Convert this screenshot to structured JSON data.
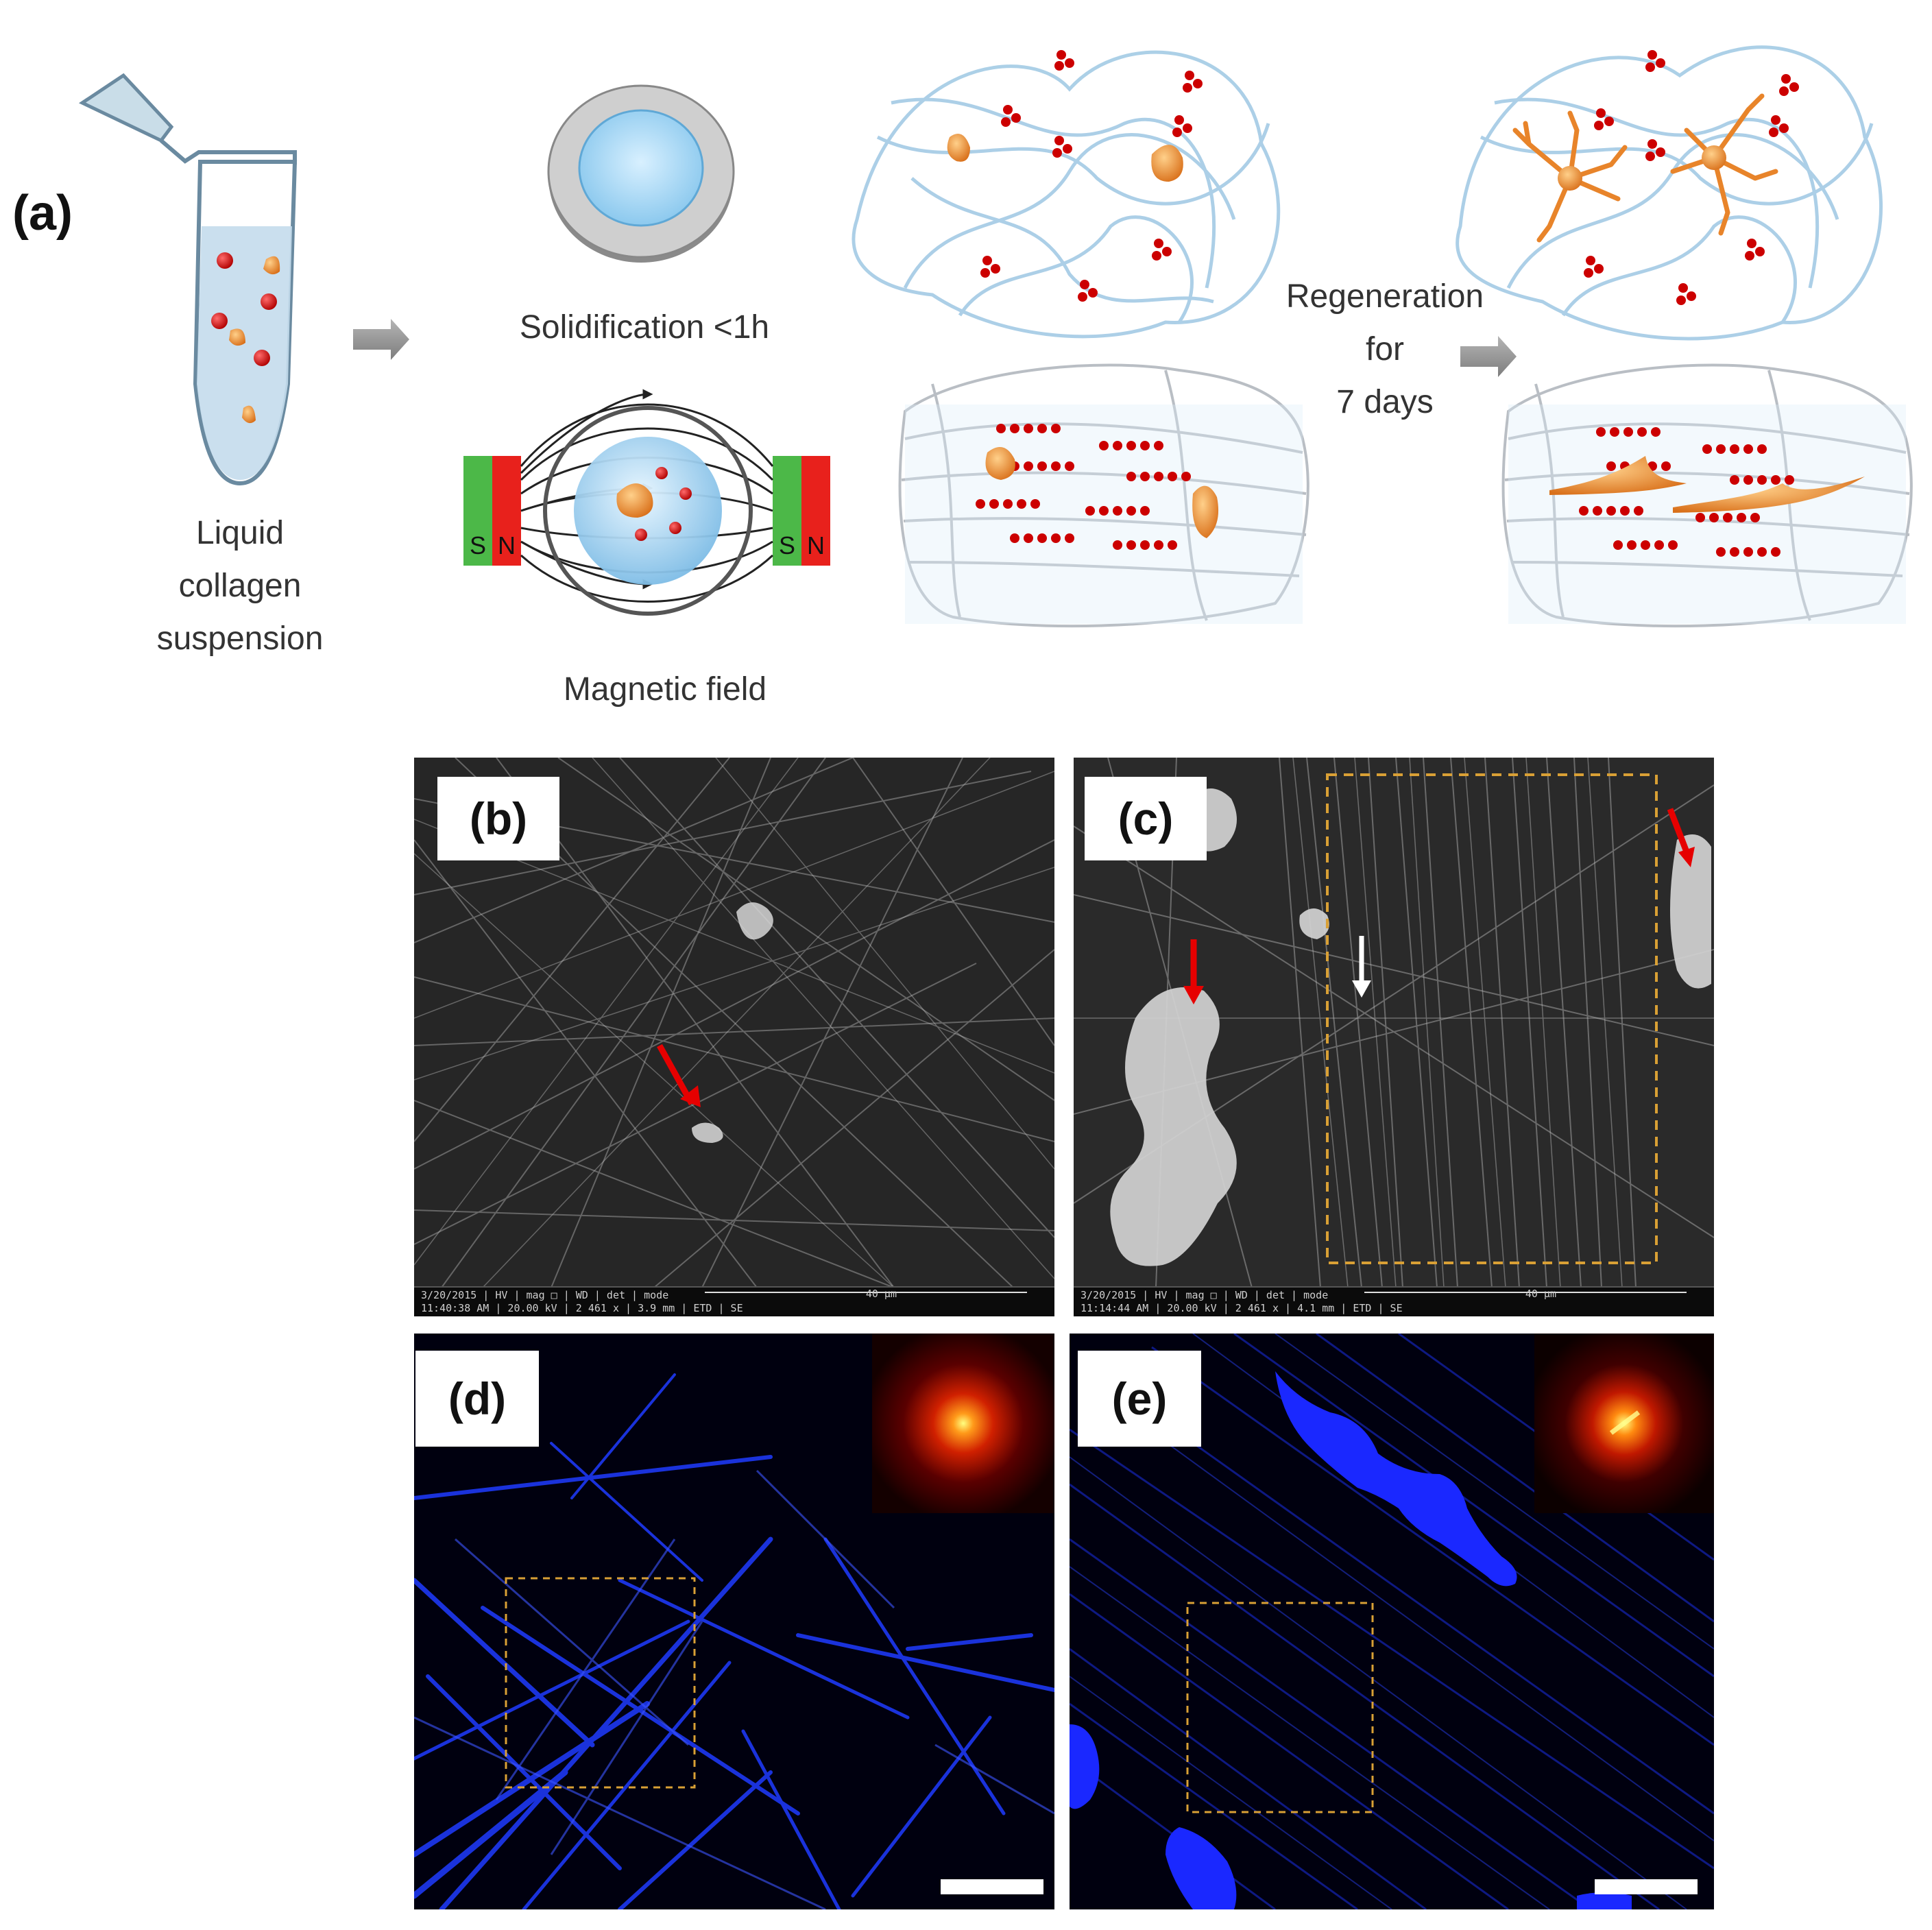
{
  "panel_a": {
    "label": "(a)",
    "tube_caption": [
      "Liquid",
      "collagen",
      "suspension"
    ],
    "solidification_caption": "Solidification <1h",
    "magnetic_caption": "Magnetic field",
    "regeneration_caption": [
      "Regeneration",
      "for",
      "7 days"
    ],
    "magnet_labels": {
      "south": "S",
      "north": "N"
    }
  },
  "panel_b": {
    "label": "(b)",
    "sem_info": {
      "row1": "3/20/2015 | HV | mag □ | WD | det | mode",
      "row2": "11:40:38 AM | 20.00 kV | 2 461 x | 3.9 mm | ETD | SE",
      "scale_text": "40 µm"
    }
  },
  "panel_c": {
    "label": "(c)",
    "sem_info": {
      "row1": "3/20/2015 | HV | mag □ | WD | det | mode",
      "row2": "11:14:44 AM | 20.00 kV | 2 461 x | 4.1 mm | ETD | SE",
      "scale_text": "40 µm"
    }
  },
  "panel_d": {
    "label": "(d)"
  },
  "panel_e": {
    "label": "(e)"
  },
  "colors": {
    "collagen_fiber": "#a8cde6",
    "scaffold_fiber": "#b9bec4",
    "nanoparticle": "#cc1111",
    "cell": "#e8842a",
    "magnet_green": "#4cb848",
    "magnet_red": "#e8211c",
    "confocal_blue": "#1a28ff",
    "roi_dash": "#d9a035"
  },
  "icons": [
    "eppendorf-tube-icon",
    "gray-arrow-icon",
    "petri-dish-icon",
    "magnet-icon"
  ]
}
